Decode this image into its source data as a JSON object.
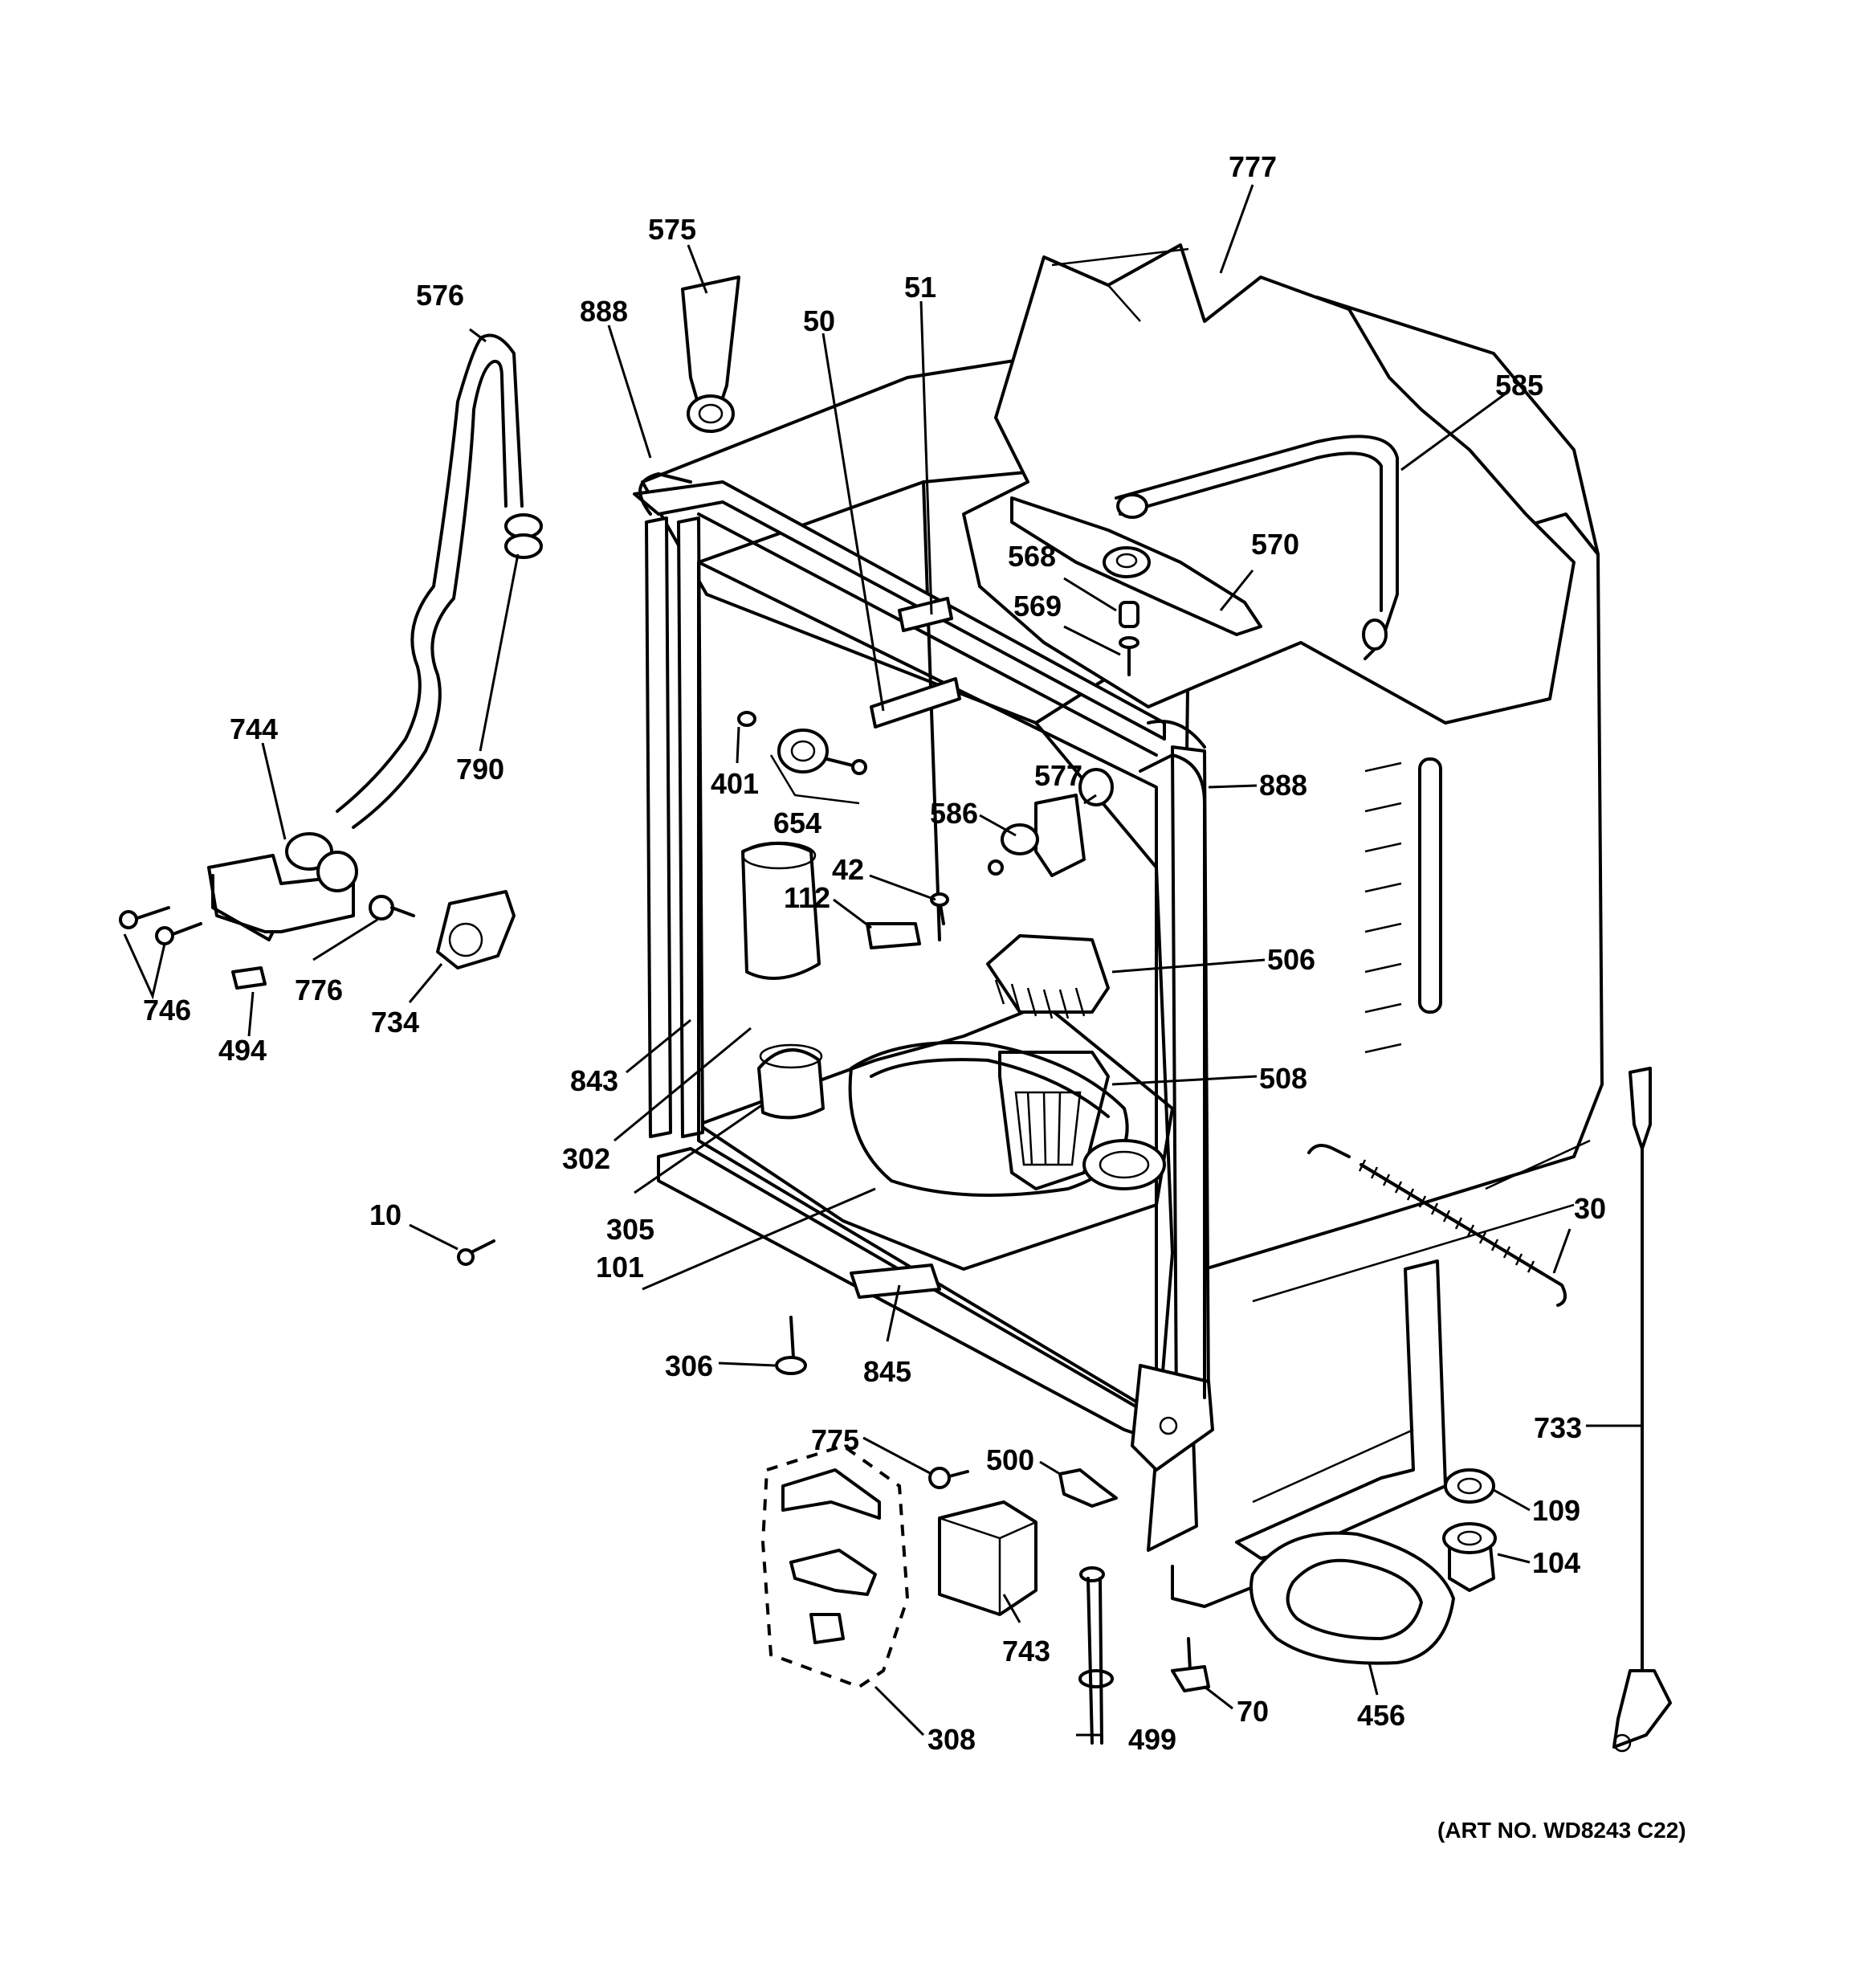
{
  "art_number": "(ART NO. WD8243 C22)",
  "callouts": {
    "p777": "777",
    "p575": "575",
    "p576": "576",
    "p888a": "888",
    "p51": "51",
    "p50": "50",
    "p585": "585",
    "p570": "570",
    "p568": "568",
    "p569": "569",
    "p790": "790",
    "p744": "744",
    "p401": "401",
    "p888b": "888",
    "p577": "577",
    "p654": "654",
    "p586": "586",
    "p42": "42",
    "p112": "112",
    "p746": "746",
    "p776": "776",
    "p734": "734",
    "p494": "494",
    "p506": "506",
    "p843": "843",
    "p508": "508",
    "p302": "302",
    "p305": "305",
    "p10": "10",
    "p30": "30",
    "p101": "101",
    "p306": "306",
    "p845": "845",
    "p775": "775",
    "p500": "500",
    "p733": "733",
    "p109": "109",
    "p104": "104",
    "p743": "743",
    "p70": "70",
    "p456": "456",
    "p308": "308",
    "p499": "499"
  }
}
